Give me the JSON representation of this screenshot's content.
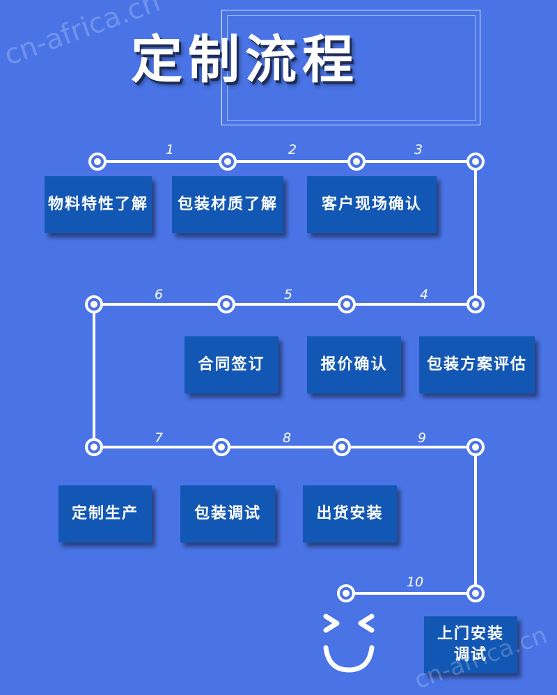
{
  "title": "定制流程",
  "watermark_top": "cn-africa.cn",
  "watermark_bottom": "cn-africa.cn",
  "steps": [
    {
      "num": "1",
      "label": "物料特性了解"
    },
    {
      "num": "2",
      "label": "包装材质了解"
    },
    {
      "num": "3",
      "label": "客户现场确认"
    },
    {
      "num": "4",
      "label": "包装方案评估"
    },
    {
      "num": "5",
      "label": "报价确认"
    },
    {
      "num": "6",
      "label": "合同签订"
    },
    {
      "num": "7",
      "label": "定制生产"
    },
    {
      "num": "8",
      "label": "包装调试"
    },
    {
      "num": "9",
      "label": "出货安装"
    },
    {
      "num": "10",
      "label": "上门安装调试"
    }
  ],
  "colors": {
    "background": "#4a74e6",
    "box": "#1357b4",
    "line": "#ffffff"
  },
  "icons": [
    "smiley-face-icon"
  ]
}
